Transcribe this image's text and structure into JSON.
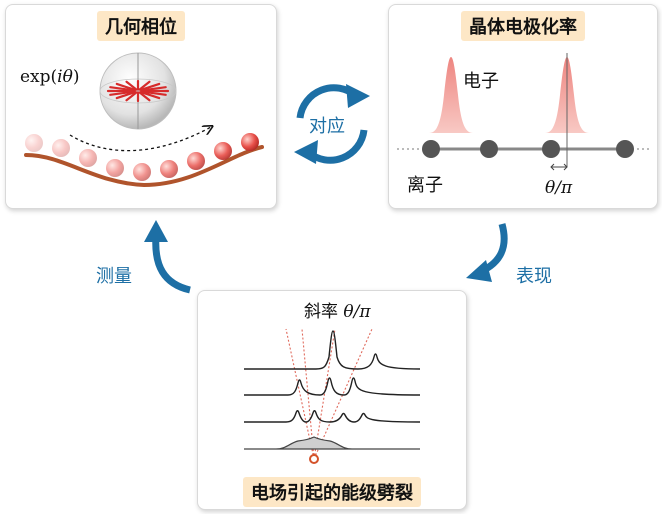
{
  "panels": {
    "geometric_phase": {
      "title": "几何相位",
      "formula": "exp(iθ)"
    },
    "crystal_polarization": {
      "title": "晶体电极化率",
      "electron_label": "电子",
      "ion_label": "离子",
      "shift_label": "θ/π"
    },
    "splitting": {
      "title": "电场引起的能级劈裂",
      "slope_label": "斜率 θ/π"
    }
  },
  "arrows": {
    "correspond": "对应",
    "manifest": "表现",
    "measure": "测量"
  },
  "colors": {
    "title_bg": "#fde7c6",
    "arrow_blue": "#1d6fa5",
    "electron_pink": "#f4a6a3",
    "ion_gray": "#555555",
    "ball_red": "#e8504a",
    "curve_brown": "#b0542c"
  }
}
